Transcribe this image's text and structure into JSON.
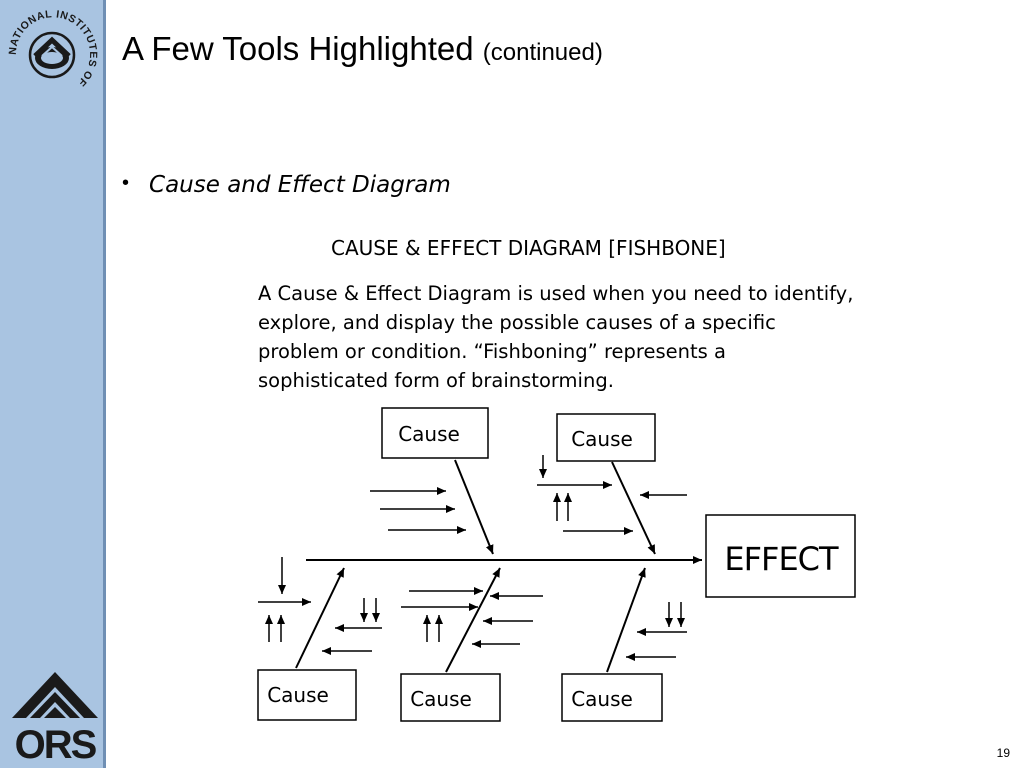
{
  "slide": {
    "title": "A Few Tools Highlighted",
    "title_suffix": "(continued)",
    "bullet_marker": "•",
    "bullet_text": "Cause and Effect Diagram",
    "page_number": "19"
  },
  "logos": {
    "nih": {
      "text": "NATIONAL INSTITUTES OF HEALTH"
    },
    "ors": {
      "text": "ORS"
    }
  },
  "diagram": {
    "title": "CAUSE & EFFECT DIAGRAM [FISHBONE]",
    "description": "A Cause & Effect Diagram is used when you need to identify, explore, and display the possible causes of a specific problem or condition.  “Fishboning” represents a sophisticated form of brainstorming.",
    "effect_label": "EFFECT",
    "cause_labels": [
      "Cause",
      "Cause",
      "Cause",
      "Cause",
      "Cause"
    ]
  },
  "colors": {
    "sidebar": "#a9c4e1",
    "sidebar_edge": "#6f8fb4",
    "logo_dark": "#1a1a1a",
    "text": "#000000"
  }
}
